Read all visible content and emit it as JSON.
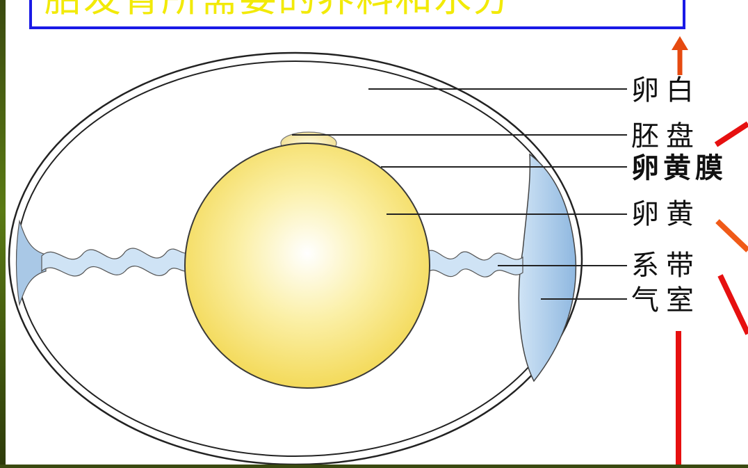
{
  "diagram": {
    "title": "胎发育所需要的养料和水分",
    "labels": {
      "egg_white": "卵白",
      "germinal_disc": "胚盘",
      "vitelline_membrane": "卵黄膜",
      "yolk": "卵黄",
      "chalaza": "系带",
      "air_cell": "气室"
    }
  },
  "colors": {
    "background": "#2b2e07",
    "title_text": "#f2ea08",
    "title_border": "#1a1ae6",
    "arrow_red": "#e61010",
    "arrow_orange": "#f05a18",
    "yolk": "#f5e06a",
    "air_cell": "#a9c8e6"
  }
}
